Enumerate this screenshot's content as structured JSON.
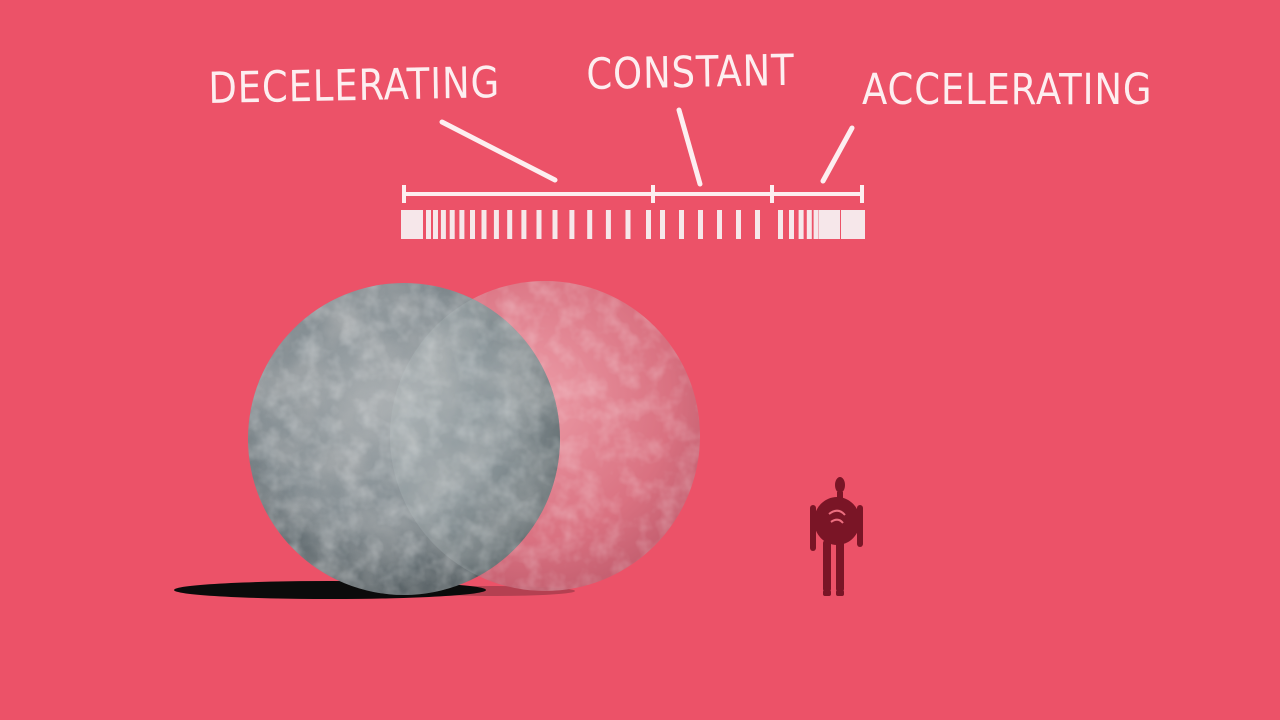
{
  "labels": {
    "decelerating": "DECELERATING",
    "constant": "CONSTANT",
    "accelerating": "ACCELERATING"
  },
  "colors": {
    "background": "#ec5268",
    "ink": "#fdeef0",
    "stone_sphere": "#8a9296",
    "ghost_sphere": "#e07b88",
    "figure": "#7a1526",
    "shadow": "#0b0b0b"
  }
}
